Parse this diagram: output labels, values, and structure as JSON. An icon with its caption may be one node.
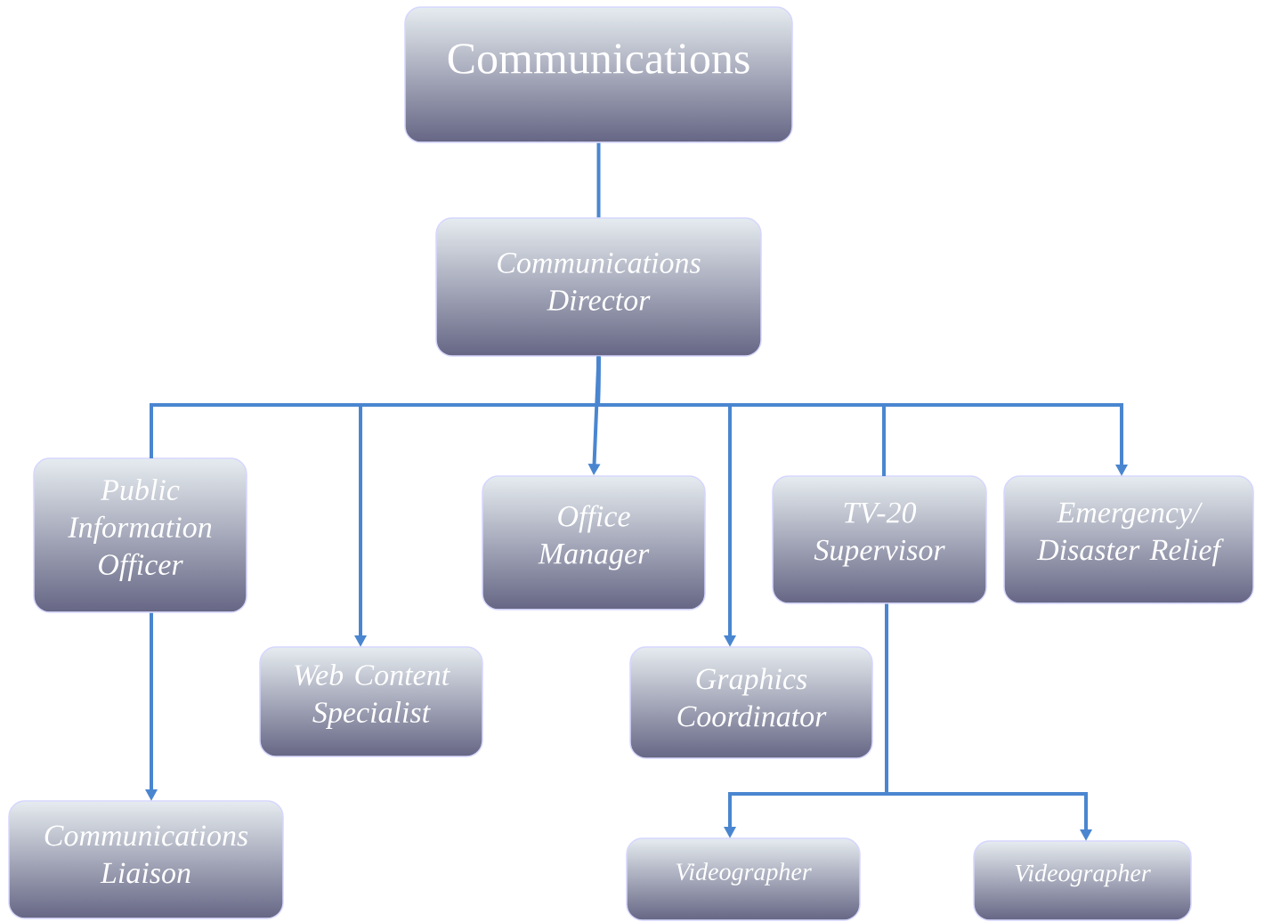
{
  "diagram": {
    "nodes": [
      {
        "text": [
          "Communications"
        ]
      },
      {
        "text": [
          "Communications Director"
        ]
      },
      {
        "text": [
          "Public Information Officer"
        ]
      },
      {
        "text": [
          "Web Content Specialist"
        ]
      },
      {
        "text": [
          "Office Manager"
        ]
      },
      {
        "text": [
          "Graphics Coordinator"
        ]
      },
      {
        "text": [
          "TV-20 Supervisor"
        ]
      },
      {
        "text": [
          "Emergency/ Disaster Relief"
        ]
      },
      {
        "text": [
          "Communications Liaison"
        ]
      },
      {
        "text": [
          "Videographer"
        ]
      },
      {
        "text": [
          "Videographer"
        ]
      }
    ],
    "edges": [
      {
        "from": 0,
        "to": 1,
        "arrow": "none"
      },
      {
        "from": 1,
        "to": 2,
        "arrow": "none"
      },
      {
        "from": 1,
        "to": 3,
        "arrow": "to"
      },
      {
        "from": 1,
        "to": 4,
        "arrow": "to"
      },
      {
        "from": 1,
        "to": 5,
        "arrow": "to"
      },
      {
        "from": 1,
        "to": 6,
        "arrow": "none"
      },
      {
        "from": 1,
        "to": 7,
        "arrow": "to"
      },
      {
        "from": 2,
        "to": 8,
        "arrow": "to"
      },
      {
        "from": 6,
        "to": 9,
        "arrow": "to"
      },
      {
        "from": 6,
        "to": 10,
        "arrow": "to"
      }
    ]
  }
}
